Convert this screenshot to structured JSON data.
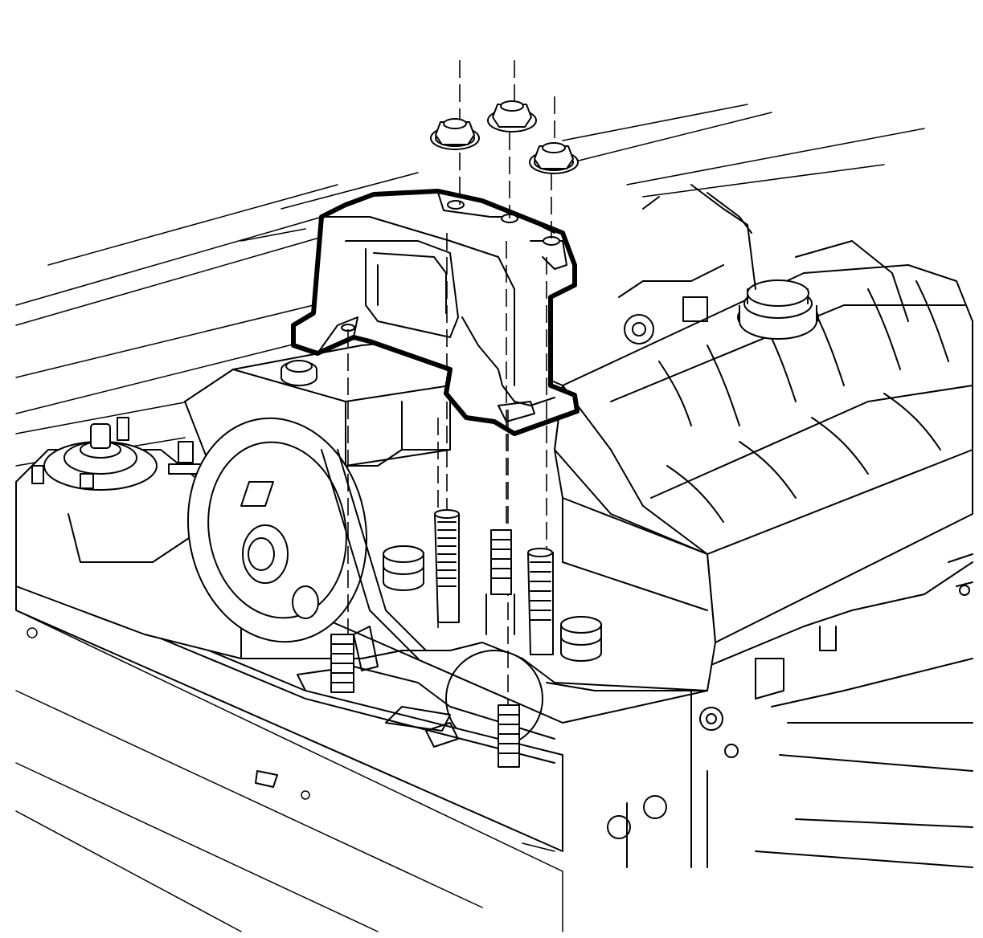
{
  "figure": {
    "parts": {
      "mount_bracket": "engine-mount-bracket",
      "nuts": [
        "mount-nut",
        "mount-nut",
        "mount-nut"
      ],
      "studs": [
        "mount-stud",
        "mount-stud",
        "mount-stud",
        "mount-stud",
        "mount-stud"
      ],
      "engine": "engine-cover",
      "oil_cap": "oil-filler-cap",
      "pulley": "accessory-pulley",
      "strut_tower": "strut-tower"
    },
    "colors": {
      "line": "#000000",
      "background": "#ffffff"
    }
  }
}
